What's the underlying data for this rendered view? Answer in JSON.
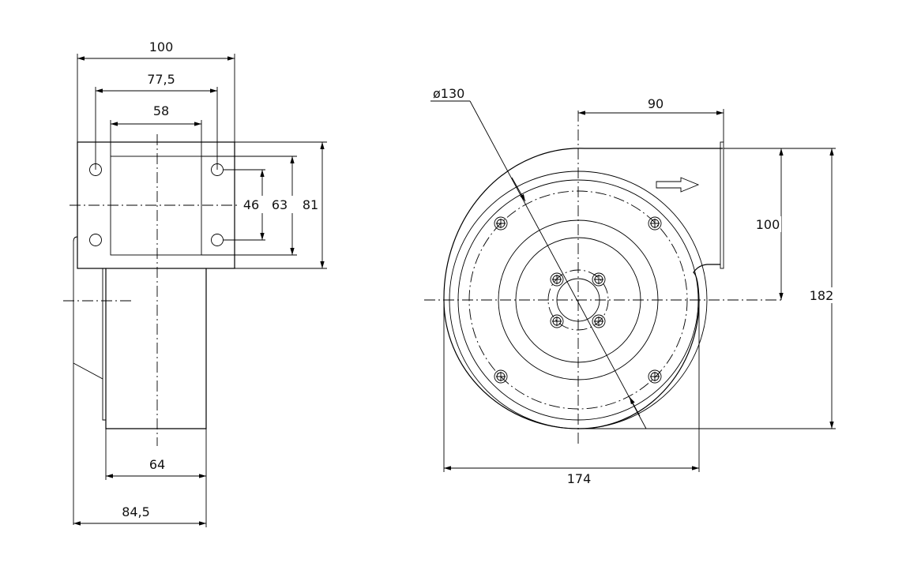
{
  "side_view": {
    "dims": {
      "width_total": "100",
      "hole_spacing_h": "77,5",
      "inner_width": "58",
      "hole_spacing_v": "46",
      "inner_height": "63",
      "plate_height": "81",
      "body_width": "64",
      "depth": "84,5"
    }
  },
  "front_view": {
    "dims": {
      "diameter": "ø130",
      "outlet_offset": "90",
      "outlet_height": "100",
      "total_height": "182",
      "total_width": "174"
    }
  },
  "airflow_arrow": "arrow-right-icon"
}
